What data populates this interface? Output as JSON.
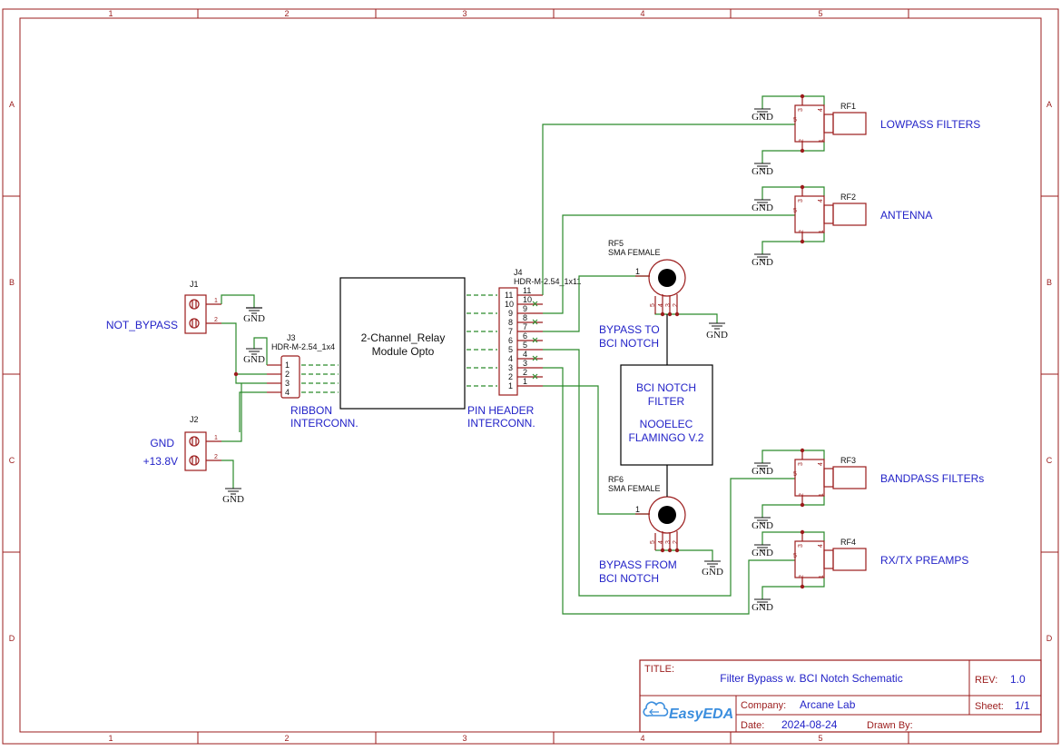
{
  "grid": {
    "columns": [
      "1",
      "2",
      "3",
      "4",
      "5"
    ],
    "rows": [
      "A",
      "B",
      "C",
      "D"
    ]
  },
  "connectors": {
    "j1": {
      "ref": "J1",
      "label": "NOT_BYPASS",
      "pins": [
        "1",
        "2"
      ]
    },
    "j2": {
      "ref": "J2",
      "label_gnd": "GND",
      "label_pwr": "+13.8V",
      "pins": [
        "1",
        "2"
      ]
    },
    "j3": {
      "ref": "J3",
      "part": "HDR-M-2.54_1x4",
      "pins": [
        "1",
        "2",
        "3",
        "4"
      ],
      "caption1": "RIBBON",
      "caption2": "INTERCONN."
    },
    "j4": {
      "ref": "J4",
      "part": "HDR-M-2.54_1x11",
      "pins": [
        "11",
        "10",
        "9",
        "8",
        "7",
        "6",
        "5",
        "4",
        "3",
        "2",
        "1"
      ],
      "caption1": "PIN HEADER",
      "caption2": "INTERCONN."
    }
  },
  "relay": {
    "line1": "2-Channel_Relay",
    "line2": "Module Opto"
  },
  "rf_ports": [
    {
      "ref": "RF1",
      "label": "LOWPASS FILTERS",
      "pins": [
        "3",
        "4",
        "5",
        "2",
        "1"
      ]
    },
    {
      "ref": "RF2",
      "label": "ANTENNA",
      "pins": [
        "3",
        "4",
        "5",
        "2",
        "1"
      ]
    },
    {
      "ref": "RF3",
      "label": "BANDPASS FILTERs",
      "pins": [
        "3",
        "4",
        "5",
        "2",
        "1"
      ]
    },
    {
      "ref": "RF4",
      "label": "RX/TX PREAMPS",
      "pins": [
        "3",
        "4",
        "5",
        "2",
        "1"
      ]
    }
  ],
  "sma": [
    {
      "ref": "RF5",
      "part": "SMA FEMALE",
      "pins": [
        "1",
        "5",
        "4",
        "3",
        "2"
      ],
      "caption1": "BYPASS TO",
      "caption2": "BCI NOTCH"
    },
    {
      "ref": "RF6",
      "part": "SMA FEMALE",
      "pins": [
        "1",
        "5",
        "4",
        "3",
        "2"
      ],
      "caption1": "BYPASS FROM",
      "caption2": "BCI NOTCH"
    }
  ],
  "notch_filter": {
    "line1": "BCI NOTCH",
    "line2": "FILTER",
    "line3": "NOOELEC",
    "line4": "FLAMINGO V.2"
  },
  "gnd_label": "GND",
  "title_block": {
    "title_label": "TITLE:",
    "title": "Filter Bypass w. BCI Notch Schematic",
    "rev_label": "REV:",
    "rev": "1.0",
    "logo": "EasyEDA",
    "company_label": "Company:",
    "company": "Arcane Lab",
    "sheet_label": "Sheet:",
    "sheet": "1/1",
    "date_label": "Date:",
    "date": "2024-08-24",
    "drawn_label": "Drawn By:",
    "drawn": ""
  },
  "colors": {
    "frame": "#9b1c1c",
    "wire": "#2b8a2b",
    "label": "#2323c8"
  }
}
